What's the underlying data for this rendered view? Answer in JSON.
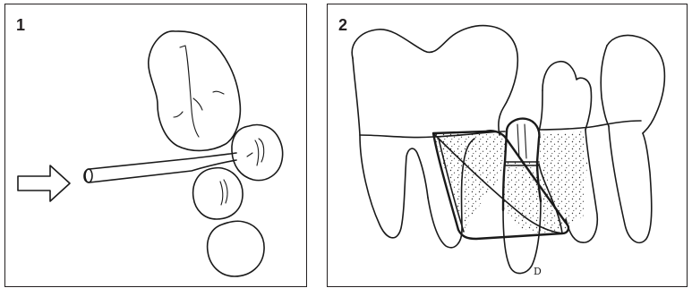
{
  "panels": [
    {
      "number": "1",
      "contents": [
        "arrow-icon",
        "tooth-large-top",
        "tooth-round-1",
        "tooth-round-2",
        "tooth-round-3",
        "rod"
      ]
    },
    {
      "number": "2",
      "contents": [
        "tooth-left-molar",
        "tooth-right-incisor",
        "bone-area",
        "implant",
        "rod-outline"
      ],
      "annotation": "D"
    }
  ],
  "colors": {
    "ink": "#1a1a1a",
    "border": "#231f20",
    "background": "#ffffff"
  }
}
